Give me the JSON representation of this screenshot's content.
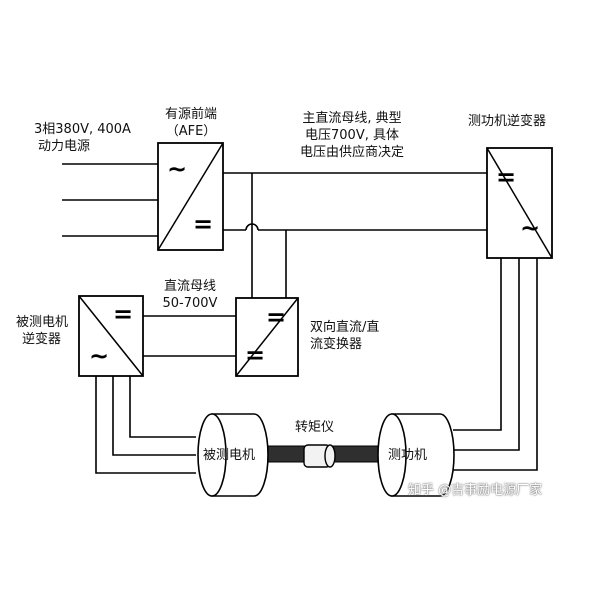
{
  "labels": {
    "power_supply": [
      "3相380V, 400A",
      "动力电源"
    ],
    "afe": [
      "有源前端",
      "（AFE）"
    ],
    "main_bus": [
      "主直流母线, 典型",
      "电压700V, 具体",
      "电压由供应商决定"
    ],
    "dyno_inverter": "测功机逆变器",
    "dc_bus": [
      "直流母线",
      "50-700V"
    ],
    "dut_inverter": [
      "被测电机",
      "逆变器"
    ],
    "dcdc_converter": [
      "双向直流/直",
      "流变换器"
    ],
    "torque_meter": "转矩仪",
    "dut_motor": "被测电机",
    "dynamometer": "测功机"
  },
  "symbols": {
    "ac": "~",
    "dc": "="
  },
  "watermark": "知乎 @吉事励电源厂家",
  "colors": {
    "line": "#000000",
    "shaft": "#2f2f2f",
    "coupling": "#f2f2f2"
  }
}
